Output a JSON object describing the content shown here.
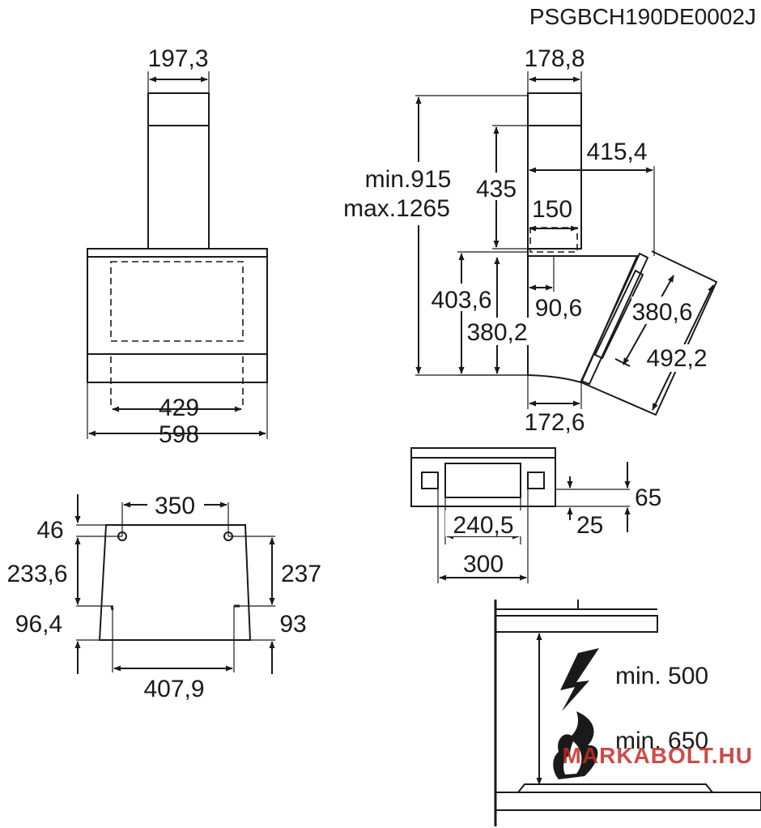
{
  "model_code": "PSGBCH190DE0002J",
  "front_view": {
    "chimney_width": "197,3",
    "inner_width": "429",
    "total_width": "598"
  },
  "side_view": {
    "chimney_depth": "178,8",
    "height_range_min": "min.915",
    "height_range_max": "max.1265",
    "upper_height": "435",
    "projection": "415,4",
    "outlet": "150",
    "body_height_outer": "403,6",
    "body_height_inner": "380,2",
    "outlet_offset": "90,6",
    "panel_inner": "380,6",
    "panel_outer": "492,2",
    "base_depth": "172,6"
  },
  "bracket_view": {
    "top_gap": "65",
    "bottom_gap": "25",
    "slot_width": "240,5",
    "bracket_width": "300"
  },
  "mounting_view": {
    "top_hole_spacing": "350",
    "top_offset": "46",
    "left_height": "233,6",
    "right_height": "237",
    "bottom_left": "96,4",
    "bottom_right": "93",
    "bottom_hole_spacing": "407,9"
  },
  "clearance_view": {
    "electric_min": "min. 500",
    "gas_min": "min. 650"
  },
  "watermark": "MARKABOLT.HU",
  "icons": [
    "lightning-icon",
    "flame-icon"
  ]
}
